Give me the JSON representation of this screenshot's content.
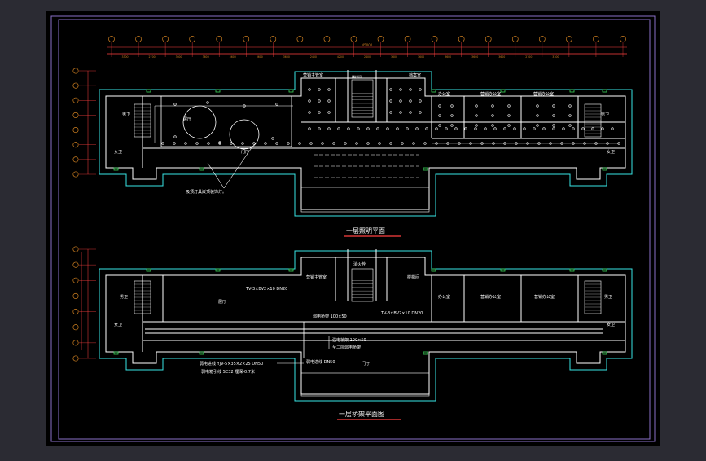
{
  "drawing": {
    "colors": {
      "background": "#000000",
      "frame": "#8a70c8",
      "walls": "#ffffff",
      "outline": "#39e6e6",
      "doors": "#3cd65c",
      "dimension": "#ff4040",
      "dimension_text": "#d08020",
      "fixtures": "#ffffff",
      "title_text": "#ffffff",
      "title_underline": "#ff4040"
    },
    "lighting_plan": {
      "title": "一层照明平面",
      "overall_dim": "45000",
      "axis_labels": [
        "①",
        "②",
        "③",
        "④",
        "⑤",
        "⑥",
        "⑦",
        "⑧",
        "⑨",
        "⑩",
        "⑪",
        "⑫",
        "⑬",
        "⑭",
        "⑮",
        "⑯",
        "⑰",
        "⑱",
        "⑲",
        "⑳"
      ],
      "dims": [
        "3300",
        "2700",
        "3600",
        "3600",
        "3600",
        "3600",
        "3600",
        "2400",
        "4200",
        "2400",
        "3600",
        "3600",
        "3600",
        "3600",
        "3600",
        "2700",
        "3300"
      ],
      "row_labels": [
        "Ⓗ",
        "Ⓖ",
        "Ⓕ",
        "Ⓔ",
        "Ⓓ",
        "Ⓒ",
        "Ⓑ",
        "Ⓐ"
      ],
      "rooms": [
        "营销主管室",
        "楼梯间",
        "档案室",
        "办公室",
        "营销办公室",
        "营销办公室",
        "男卫",
        "女卫",
        "男卫",
        "女卫",
        "展厅",
        "门厅"
      ],
      "note": "吸顶灯具嵌顶装饰灯。"
    },
    "weak_plan": {
      "title": "一层桥架平面图",
      "rooms": [
        "营销主管室",
        "消火栓",
        "楼梯间",
        "办公室",
        "营销办公室",
        "营销办公室",
        "男卫",
        "女卫",
        "男卫",
        "女卫",
        "展厅",
        "门厅"
      ],
      "labels": [
        "TV-3×BV2×10 DN20",
        "TV-3×BV2×10 DN20",
        "弱电桥架 100×50",
        "强电桥架 100×50",
        "至二层弱电桥架",
        "弱电进线 YJV-5×35×2×25 DN50",
        "弱电箱引线 SC32 埋深-0.7米",
        "弱电进线 DN50",
        "门厅"
      ]
    }
  }
}
